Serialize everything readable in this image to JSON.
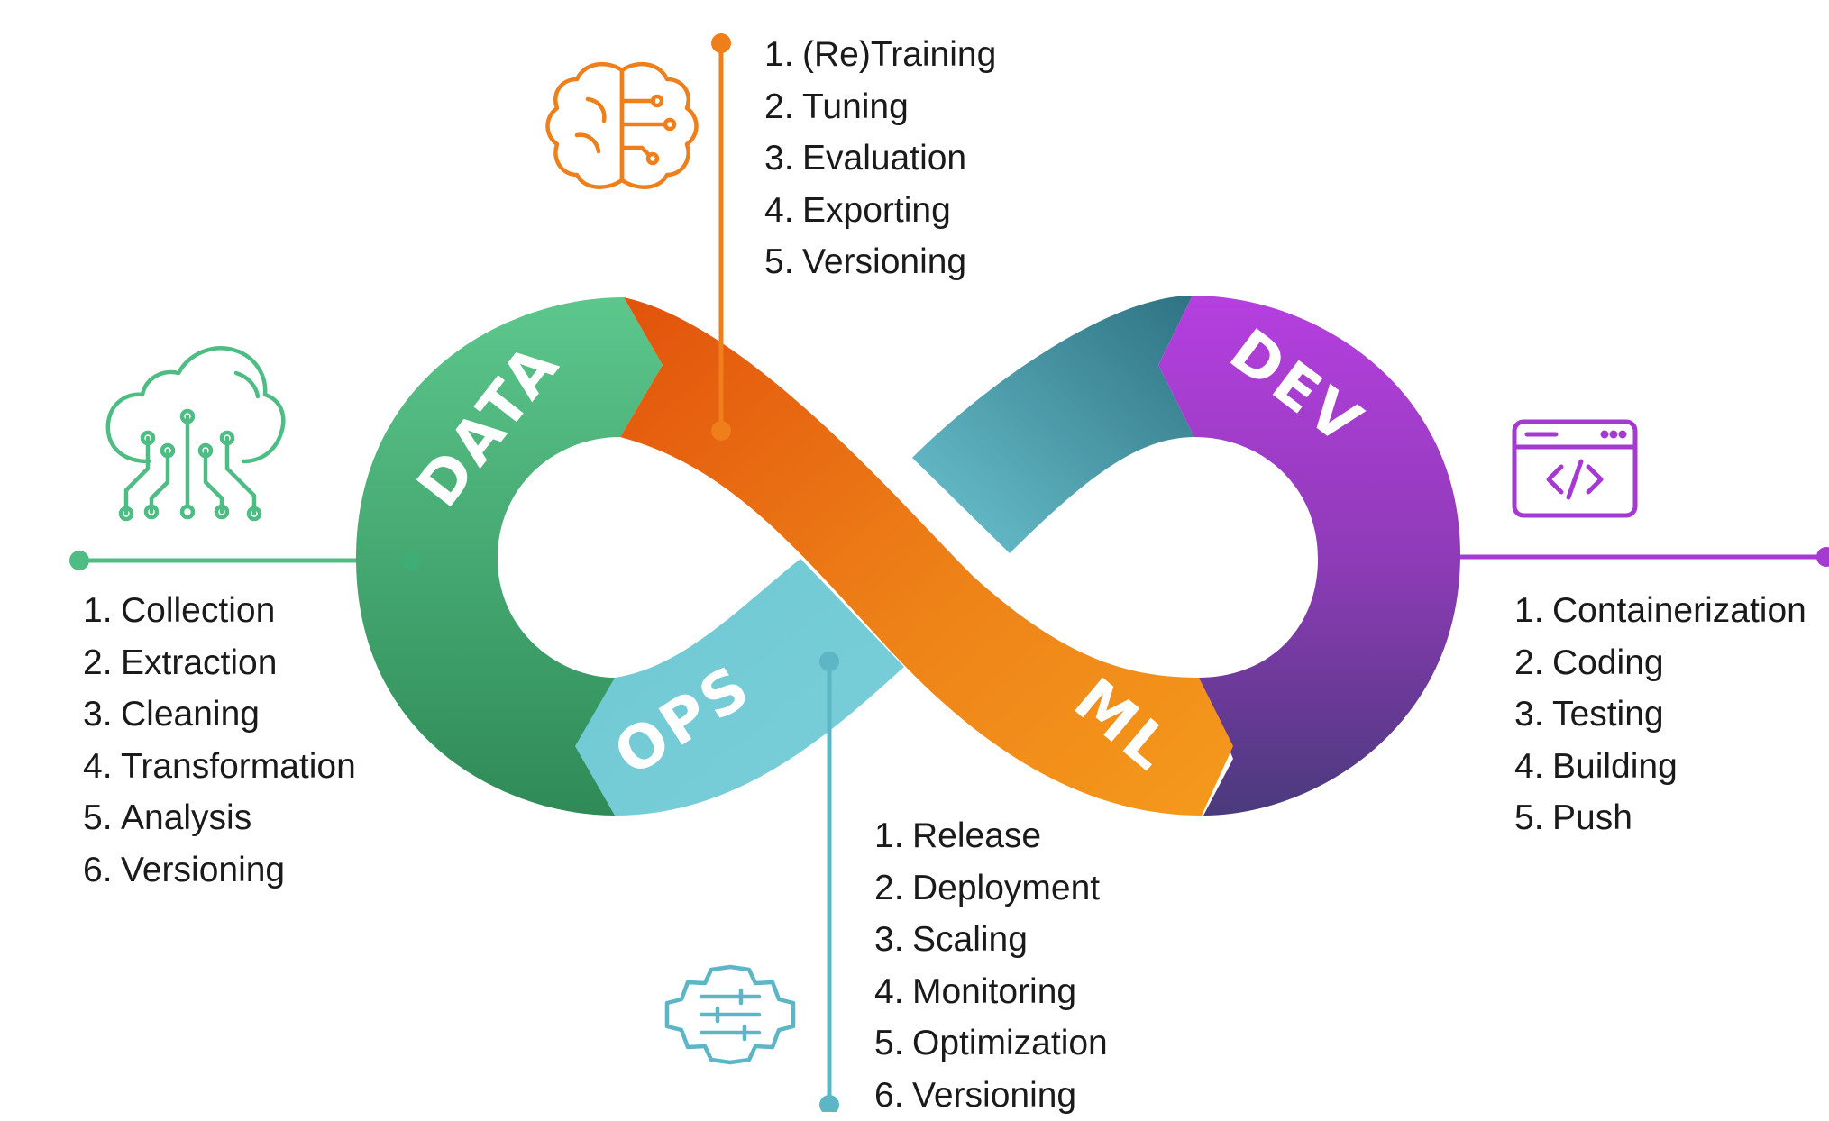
{
  "colors": {
    "data": "#4dbd84",
    "ml": "#ee7f1a",
    "dev": "#a43ad0",
    "ops": "#5fbccc"
  },
  "segments": {
    "data": "DATA",
    "ml": "ML",
    "dev": "DEV",
    "ops": "OPS"
  },
  "icons": {
    "data": "cloud-circuit-icon",
    "ml": "brain-circuit-icon",
    "dev": "code-window-icon",
    "ops": "gear-sliders-icon"
  },
  "lists": {
    "data": [
      {
        "num": "1.",
        "label": "Collection"
      },
      {
        "num": "2.",
        "label": "Extraction"
      },
      {
        "num": "3.",
        "label": "Cleaning"
      },
      {
        "num": "4.",
        "label": "Transformation"
      },
      {
        "num": "5.",
        "label": "Analysis"
      },
      {
        "num": "6.",
        "label": "Versioning"
      }
    ],
    "ml": [
      {
        "num": "1.",
        "label": "(Re)Training"
      },
      {
        "num": "2.",
        "label": "Tuning"
      },
      {
        "num": "3.",
        "label": "Evaluation"
      },
      {
        "num": "4.",
        "label": "Exporting"
      },
      {
        "num": "5.",
        "label": "Versioning"
      }
    ],
    "dev": [
      {
        "num": "1.",
        "label": "Containerization"
      },
      {
        "num": "2.",
        "label": "Coding"
      },
      {
        "num": "3.",
        "label": "Testing"
      },
      {
        "num": "4.",
        "label": "Building"
      },
      {
        "num": "5.",
        "label": "Push"
      }
    ],
    "ops": [
      {
        "num": "1.",
        "label": "Release"
      },
      {
        "num": "2.",
        "label": "Deployment"
      },
      {
        "num": "3.",
        "label": "Scaling"
      },
      {
        "num": "4.",
        "label": "Monitoring"
      },
      {
        "num": "5.",
        "label": "Optimization"
      },
      {
        "num": "6.",
        "label": "Versioning"
      }
    ]
  }
}
